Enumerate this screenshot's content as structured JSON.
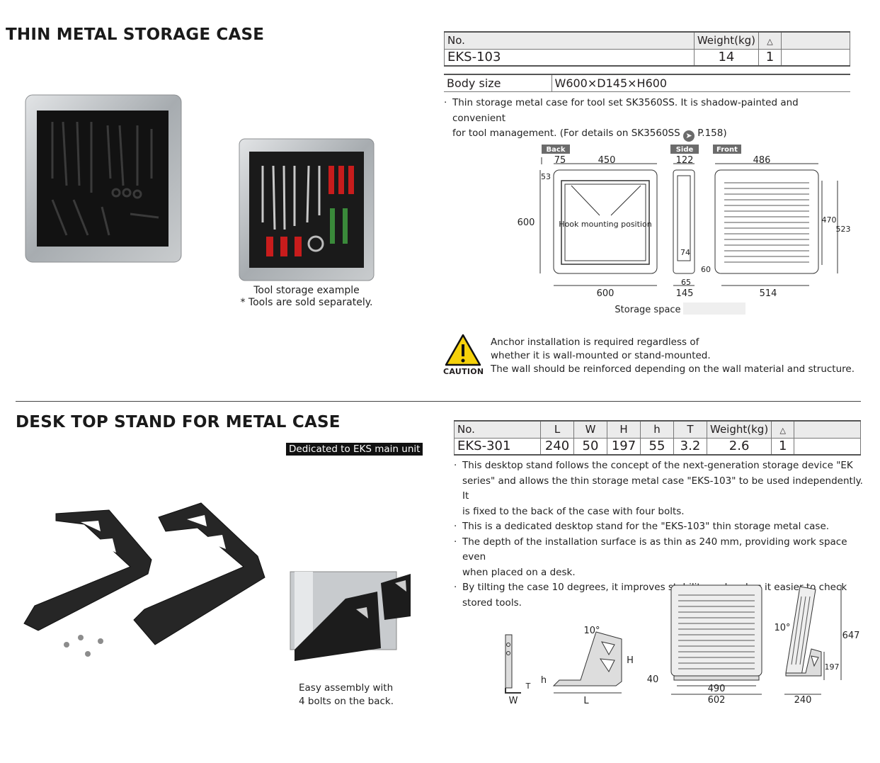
{
  "section1": {
    "title": "THIN METAL STORAGE CASE",
    "table": {
      "headers": [
        "No.",
        "Weight(kg)",
        ""
      ],
      "row": [
        "EKS-103",
        "14",
        "1"
      ],
      "body_size_label": "Body size",
      "body_size_value": "W600×D145×H600"
    },
    "description_line1": "Thin storage metal case for tool set SK3560SS. It is shadow-painted and convenient",
    "description_line2": "for tool management. (For details on SK3560SS",
    "page_ref": "P.158)",
    "image_caption_line1": "Tool storage example",
    "image_caption_line2": "* Tools are sold separately.",
    "diagram": {
      "back_tag": "Back",
      "side_tag": "Side",
      "front_tag": "Front",
      "back_dims": {
        "d75": "75",
        "d450": "450",
        "d53": "53",
        "d600h": "600",
        "d600w": "600"
      },
      "hook_label": "Hook mounting position",
      "side_dims": {
        "d122": "122",
        "d74": "74",
        "d60": "60",
        "d65": "65",
        "d145": "145"
      },
      "front_dims": {
        "d486": "486",
        "d470": "470",
        "d523": "523",
        "d514": "514"
      },
      "storage_space_label": "Storage space"
    },
    "caution": {
      "label": "CAUTION",
      "line1": "Anchor installation is required regardless of",
      "line2": "whether it is wall-mounted or stand-mounted.",
      "line3": "The wall should be reinforced depending on the wall material and structure."
    }
  },
  "section2": {
    "title": "DESK TOP STAND FOR METAL CASE",
    "badge": "Dedicated to EKS main unit",
    "table": {
      "headers": [
        "No.",
        "L",
        "W",
        "H",
        "h",
        "T",
        "Weight(kg)",
        ""
      ],
      "row": [
        "EKS-301",
        "240",
        "50",
        "197",
        "55",
        "3.2",
        "2.6",
        "1"
      ]
    },
    "bullets": [
      [
        "This desktop stand follows the concept of the next-generation storage device \"EK",
        "series\" and allows the thin storage metal case \"EKS-103\" to be used independently. It",
        "is fixed to the back of the case with four bolts."
      ],
      [
        "This is a dedicated desktop stand for the \"EKS-103\" thin storage metal case."
      ],
      [
        "The depth of the installation surface is as thin as 240 mm, providing work space even",
        "when placed on a desk."
      ],
      [
        "By tilting the case 10 degrees, it improves stability and makes it easier to check",
        "stored tools."
      ]
    ],
    "assembly_caption_line1": "Easy assembly with",
    "assembly_caption_line2": "4 bolts on the back.",
    "diagram": {
      "T": "T",
      "W": "W",
      "h": "h",
      "L": "L",
      "H": "H",
      "angle1": "10°",
      "angle2": "10°",
      "d40": "40",
      "d490": "490",
      "d602": "602",
      "d647": "647",
      "d197": "197",
      "d240": "240"
    }
  }
}
